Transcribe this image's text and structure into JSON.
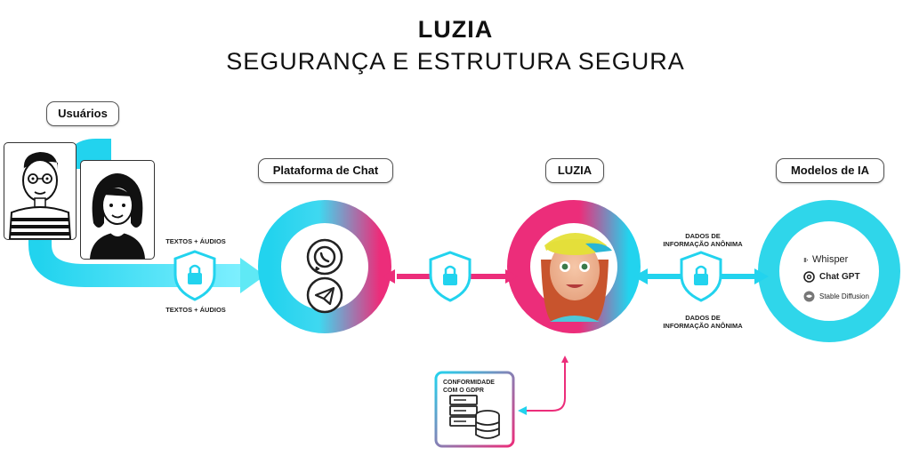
{
  "header": {
    "title": "LUZIA",
    "subtitle": "SEGURANÇA E ESTRUTURA SEGURA"
  },
  "nodes": {
    "users": "Usuários",
    "chat_platform": "Plataforma de Chat",
    "luzia": "LUZIA",
    "ai_models": "Modelos de IA"
  },
  "edges": {
    "user_to_chat_top": "TEXTOS + ÁUDIOS",
    "user_to_chat_bottom": "TEXTOS + ÁUDIOS",
    "luzia_models_top": [
      "DADOS DE",
      "INFORMAÇÃO ANÔNIMA"
    ],
    "luzia_models_bottom": [
      "DADOS DE",
      "INFORMAÇÃO ANÔNIMA"
    ]
  },
  "compliance": {
    "label": [
      "CONFORMIDADE",
      "COM O GDPR"
    ]
  },
  "models": [
    {
      "name": "Whisper",
      "icon": "whisper-icon"
    },
    {
      "name": "Chat GPT",
      "icon": "openai-icon"
    },
    {
      "name": "Stable Diffusion",
      "icon": "stable-diffusion-icon"
    }
  ],
  "chat_apps": [
    {
      "icon": "whatsapp-icon"
    },
    {
      "icon": "telegram-icon"
    }
  ],
  "colors": {
    "cyan": "#22d3ee",
    "magenta": "#ec2d7a",
    "teal": "#3ecfd6",
    "dark": "#1f1f1f"
  }
}
